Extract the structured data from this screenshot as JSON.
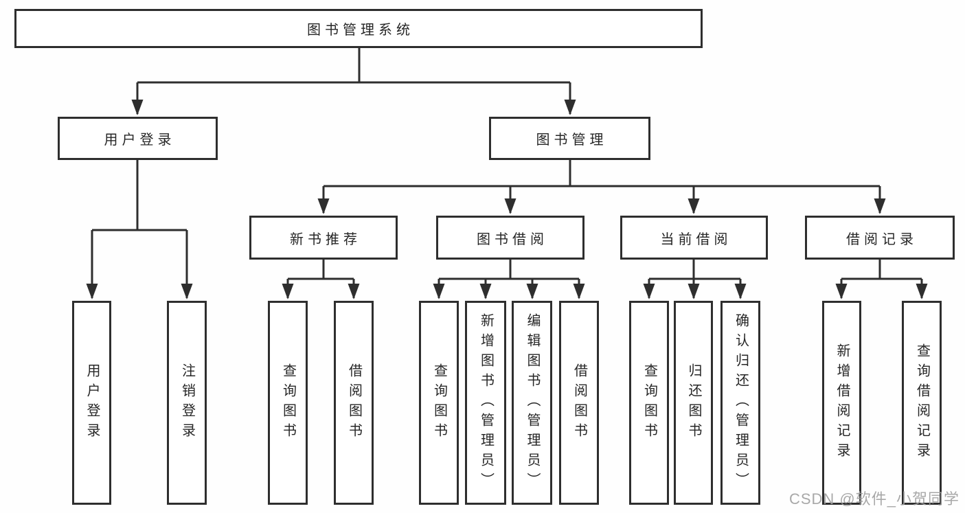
{
  "diagram": {
    "tree": {
      "root": {
        "label": "图书管理系统"
      },
      "children": [
        {
          "label": "用户登录",
          "children": [
            {
              "label": "用户登录"
            },
            {
              "label": "注销登录"
            }
          ]
        },
        {
          "label": "图书管理",
          "children": [
            {
              "label": "新书推荐",
              "children": [
                {
                  "label": "查询图书"
                },
                {
                  "label": "借阅图书"
                }
              ]
            },
            {
              "label": "图书借阅",
              "children": [
                {
                  "label": "查询图书"
                },
                {
                  "label": "新增图书（管理员）"
                },
                {
                  "label": "编辑图书（管理员）"
                },
                {
                  "label": "借阅图书"
                }
              ]
            },
            {
              "label": "当前借阅",
              "children": [
                {
                  "label": "查询图书"
                },
                {
                  "label": "归还图书"
                },
                {
                  "label": "确认归还（管理员）"
                }
              ]
            },
            {
              "label": "借阅记录",
              "children": [
                {
                  "label": "新增借阅记录"
                },
                {
                  "label": "查询借阅记录"
                }
              ]
            }
          ]
        }
      ]
    },
    "watermark": {
      "label": "CSDN @软件_小贺同学"
    },
    "colors": {
      "line": "#2e2e2e",
      "box_border": "#2e2e2e",
      "box_background": "#ffffff",
      "text": "#262626",
      "watermark": "#9e9e9e"
    }
  }
}
